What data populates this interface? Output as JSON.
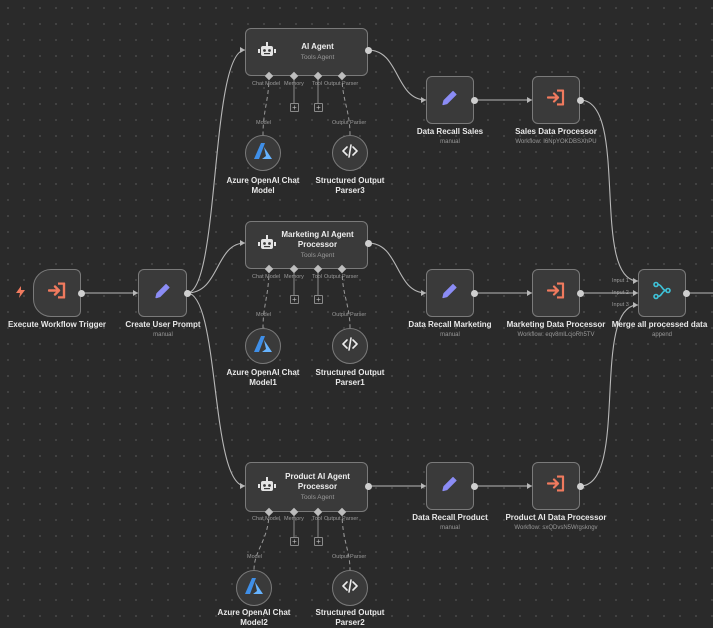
{
  "nodes": {
    "trigger": {
      "label": "Execute Workflow Trigger"
    },
    "create_prompt": {
      "label": "Create User Prompt",
      "sub": "manual"
    },
    "ai_agent": {
      "title": "AI Agent",
      "sub": "Tools Agent"
    },
    "marketing_agent": {
      "title": "Marketing AI Agent Processor",
      "sub": "Tools Agent"
    },
    "product_agent": {
      "title": "Product AI Agent Processor",
      "sub": "Tools Agent"
    },
    "recall_sales": {
      "label": "Data Recall Sales",
      "sub": "manual"
    },
    "recall_marketing": {
      "label": "Data Recall Marketing",
      "sub": "manual"
    },
    "recall_product": {
      "label": "Data Recall Product",
      "sub": "manual"
    },
    "sales_processor": {
      "label": "Sales Data Processor",
      "sub": "Workflow: I6NpYOKDBSXhPU"
    },
    "marketing_processor": {
      "label": "Marketing Data Processor",
      "sub": "Workflow: eqv8mlLcjoRh5TV"
    },
    "product_processor": {
      "label": "Product AI Data Processor",
      "sub": "Workflow: sxQDvsN5Wrgskngv"
    },
    "merge": {
      "label": "Merge all processed data",
      "sub": "append",
      "inputs": [
        "Input 1",
        "Input 2",
        "Input 3"
      ]
    },
    "azure1": {
      "label": "Azure OpenAI Chat Model"
    },
    "parser3": {
      "label": "Structured Output Parser3"
    },
    "azure2": {
      "label": "Azure OpenAI Chat Model1"
    },
    "parser1": {
      "label": "Structured Output Parser1"
    },
    "azure3": {
      "label": "Azure OpenAI Chat Model2"
    },
    "parser2": {
      "label": "Structured Output Parser2"
    }
  },
  "ports": {
    "chat_model": "Chat Model",
    "memory": "Memory",
    "tool": "Tool",
    "output_parser": "Output Parser",
    "model": "Model"
  },
  "colors": {
    "canvas": "#2a2a2a",
    "node_bg": "#3a3a3a",
    "node_border": "#7a7a7a",
    "edit_icon": "#8b8cf5",
    "exec_icon": "#f07a5e",
    "azure": "#3f8fe8",
    "merge_icon": "#3ec2d8"
  },
  "icons": {
    "trigger": "sign-in-arrow-icon",
    "bolt": "lightning-bolt-icon",
    "edit": "pencil-icon",
    "agent": "robot-icon",
    "execute": "sign-in-arrow-icon",
    "merge": "merge-arrows-icon",
    "azure": "azure-logo-icon",
    "code": "code-icon"
  }
}
